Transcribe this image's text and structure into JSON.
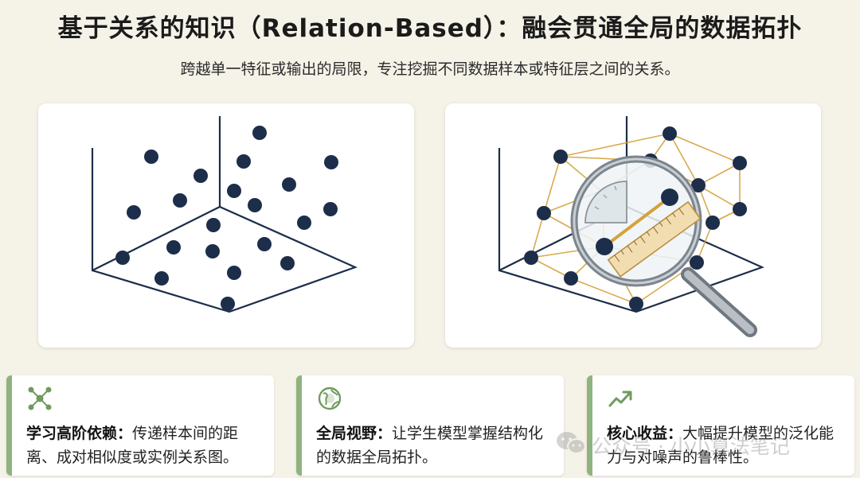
{
  "header": {
    "title": "基于关系的知识（Relation-Based）：融会贯通全局的数据拓扑",
    "subtitle": "跨越单一特征或输出的局限，专注挖掘不同数据样本或特征层之间的关系。"
  },
  "panels": {
    "left": {
      "icon": "3d-scatter-points-icon"
    },
    "right": {
      "icon": "magnifier-network-icon"
    }
  },
  "cards": [
    {
      "icon": "network-nodes-icon",
      "heading": "学习高阶依赖：",
      "text": "传递样本间的距离、成对相似度或实例关系图。"
    },
    {
      "icon": "globe-icon",
      "heading": "全局视野：",
      "text": "让学生模型掌握结构化的数据全局拓扑。"
    },
    {
      "icon": "trend-up-icon",
      "heading": "核心收益：",
      "text": "大幅提升模型的泛化能力与对噪声的鲁棒性。"
    }
  ],
  "watermark": {
    "text": "公众号 · 小小算法笔记"
  },
  "colors": {
    "background": "#f5f2e8",
    "accent": "#8fb37e",
    "dot": "#1c2e4a",
    "edge": "#d4a23a"
  }
}
